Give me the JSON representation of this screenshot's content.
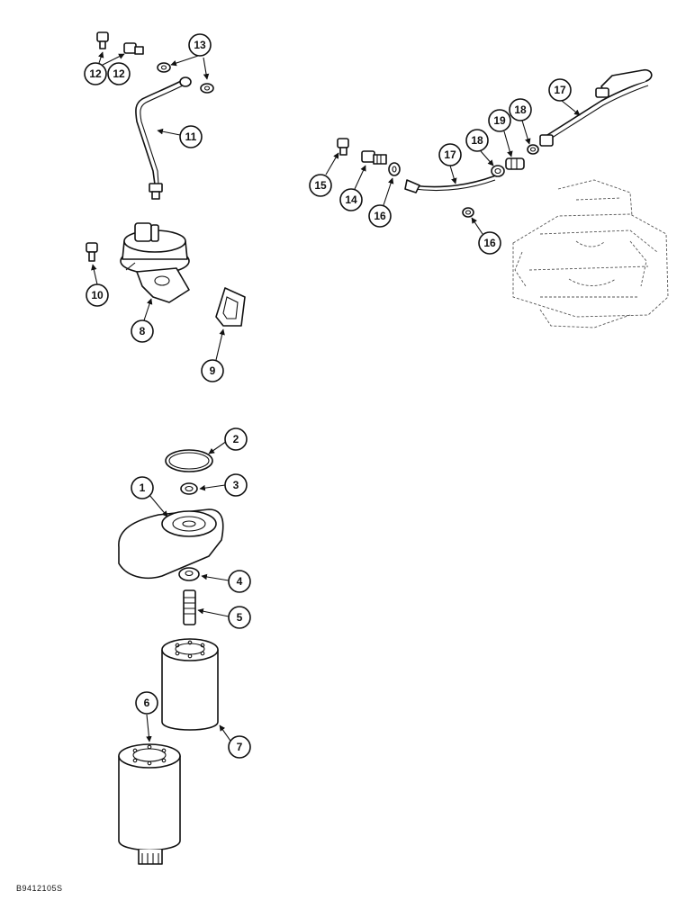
{
  "figure_code": "B9412105S",
  "callouts": [
    "1",
    "2",
    "3",
    "4",
    "5",
    "6",
    "7",
    "8",
    "9",
    "10",
    "11",
    "12",
    "13",
    "14",
    "15",
    "16",
    "17",
    "18",
    "19"
  ],
  "colors": {
    "ink": "#111111",
    "paper": "#ffffff",
    "sketch": "#555555"
  }
}
